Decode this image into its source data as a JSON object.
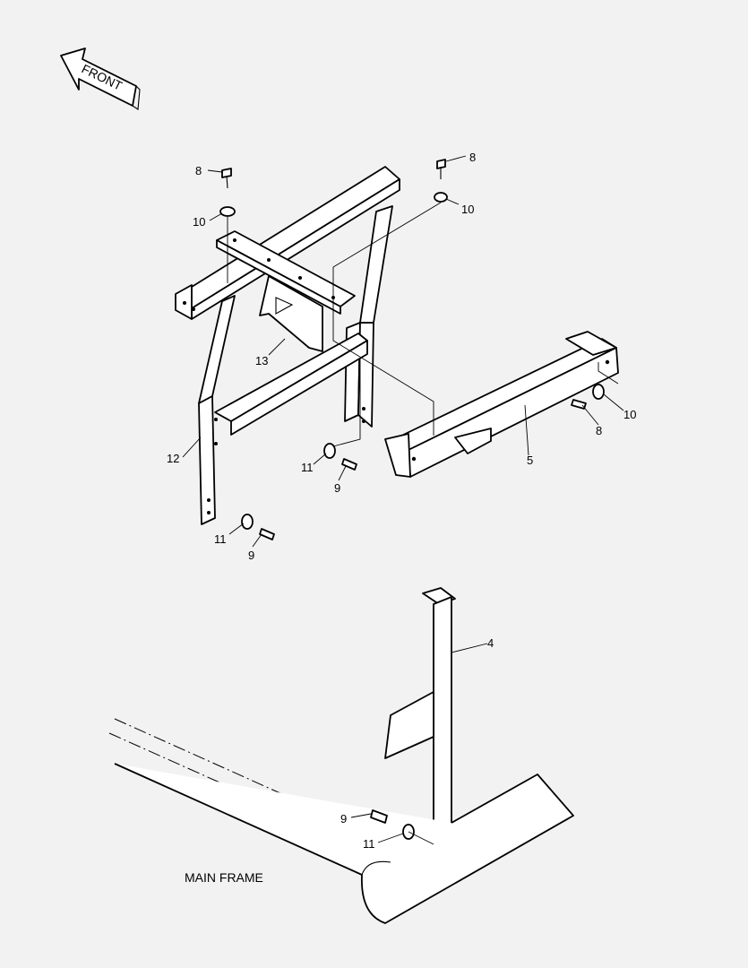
{
  "front_arrow": {
    "text": "FRONT"
  },
  "main_frame": {
    "text": "MAIN FRAME"
  },
  "callouts": {
    "c8a": "8",
    "c10a": "10",
    "c8b": "8",
    "c10b": "10",
    "c13": "13",
    "c12": "12",
    "c11a": "11",
    "c9a": "9",
    "c11b": "11",
    "c9b": "9",
    "c5": "5",
    "c10c": "10",
    "c8c": "8",
    "c4": "4",
    "c9c": "9",
    "c11c": "11"
  }
}
